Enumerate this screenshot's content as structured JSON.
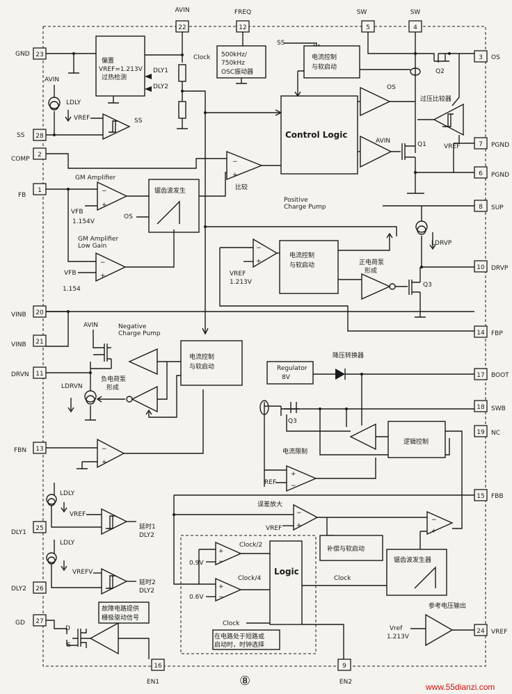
{
  "pins": {
    "avin": "AVIN",
    "avin_n": "22",
    "freq": "FREQ",
    "freq_n": "12",
    "sw5": "SW",
    "sw5_n": "5",
    "sw4": "SW",
    "sw4_n": "4",
    "gnd": "GND",
    "gnd_n": "23",
    "os": "OS",
    "os_n": "3",
    "ss": "SS",
    "ss_n": "28",
    "comp": "COMP",
    "comp_n": "2",
    "fb": "FB",
    "fb_n": "1",
    "pgnd7": "PGND",
    "pgnd7_n": "7",
    "pgnd6": "PGND",
    "pgnd6_n": "6",
    "sup": "SUP",
    "sup_n": "8",
    "drvp": "DRVP",
    "drvp_n": "10",
    "vinb20": "VINB",
    "vinb20_n": "20",
    "vinb21": "VINB",
    "vinb21_n": "21",
    "fbp": "FBP",
    "fbp_n": "14",
    "drvn": "DRVN",
    "drvn_n": "11",
    "boot": "BOOT",
    "boot_n": "17",
    "swb": "SWB",
    "swb_n": "18",
    "nc": "NC",
    "nc_n": "19",
    "fbn": "FBN",
    "fbn_n": "13",
    "fbb": "FBB",
    "fbb_n": "15",
    "dly1": "DLY1",
    "dly1_n": "25",
    "dly2": "DLY2",
    "dly2_n": "26",
    "gd": "GD",
    "gd_n": "27",
    "vref": "VREF",
    "vref_n": "24",
    "en1": "EN1",
    "en1_n": "16",
    "en2": "EN2",
    "en2_n": "9"
  },
  "labels": {
    "bias1": "偏置",
    "bias2": "VREF=1.213V",
    "bias3": "过热检测",
    "dly1": "DLY1",
    "dly2": "DLY2",
    "clock_top": "Clock",
    "osc1": "500kHz/",
    "osc2": "750kHz",
    "osc3": "OSC振动器",
    "ss_top": "SS",
    "cc1a": "电流控制",
    "cc1b": "与软启动",
    "q2": "Q2",
    "os_a": "OS",
    "ovp": "过压比较器",
    "vref_ovp": "VREF",
    "control_logic": "Control Logic",
    "avin_q1": "AVIN",
    "q1": "Q1",
    "ldly_top": "LDLY",
    "avin_left": "AVIN",
    "vref_ss": "VREF",
    "ss_right": "SS",
    "gm_amp": "GM Amplifier",
    "sawtooth": "锯齿波发生",
    "compare": "比较",
    "vfb1": "VFB",
    "vfb1v": "1.154V",
    "os_saw": "OS",
    "gm_low1": "GM Amplifier",
    "gm_low2": "Low Gain",
    "vfb2": "VFB",
    "vfb2v": "1.154",
    "pos_cp1": "Positive",
    "pos_cp2": "Charge Pump",
    "cc2a": "电流控制",
    "cc2b": "与软启动",
    "ldrvp": "LDRVP",
    "vref_pos": "VREF",
    "vref_posv": "1.213V",
    "pos_pump1": "正电荷泵",
    "pos_pump2": "形成",
    "q3_pos": "Q3",
    "neg_avin": "AVIN",
    "neg_cp1": "Negative",
    "neg_cp2": "Charge Pump",
    "cc3a": "电流控制",
    "cc3b": "与软启动",
    "neg_pump1": "负电荷泵",
    "neg_pump2": "形成",
    "ldrvn": "LDRVN",
    "reg1": "Regulator",
    "reg2": "8V",
    "buck": "降压转换器",
    "q3_buck": "Q3",
    "logic_ctrl": "逻辑控制",
    "cur_limit": "电流限制",
    "ref": "REF",
    "err_amp": "误差放大",
    "vref_err": "VREF",
    "comp_ss": "补偿与软启动",
    "saw2": "锯齿波发生器",
    "ldly_d1": "LDLY",
    "vref_d1": "VREF",
    "delay1a": "延时1",
    "delay1b": "DLY2",
    "ldly_d2": "LDLY",
    "vref_d2": "VREFV",
    "delay2a": "延时2",
    "delay2b": "DLY2",
    "clk2": "Clock/2",
    "v09": "0.9V",
    "clk4": "Clock/4",
    "v06": "0.6V",
    "logic": "Logic",
    "clock_mid": "Clock",
    "clock_low": "Clock",
    "short1": "在电路处于短路或",
    "short2": "启动时，时钟选择",
    "fault1": "故障电路提供",
    "fault2": "栅极驱动信号",
    "d": "D",
    "s": "S",
    "ref_out": "参考电压输出",
    "vref_out1": "Vref",
    "vref_out2": "1.213V",
    "page_num": "⑧",
    "watermark": "www.55dianzi.com"
  }
}
